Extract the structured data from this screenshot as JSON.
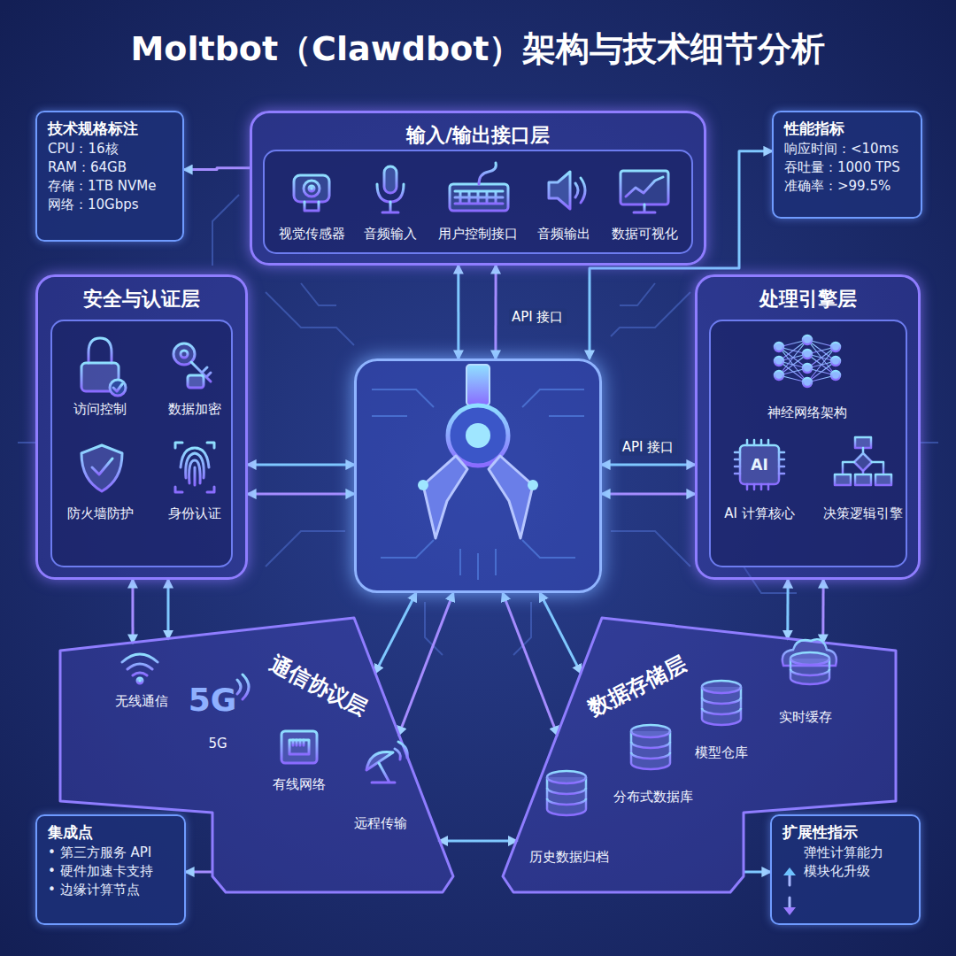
{
  "diagram": {
    "title": "Moltbot（Clawdbot）架构与技术细节分析",
    "nodes": [
      {
        "text": [
          "技术规格标注",
          "CPU：16核",
          "RAM：64GB",
          "存储：1TB NVMe",
          "网络：10Gbps"
        ]
      },
      {
        "text": [
          "输入/输出接口层"
        ]
      },
      {
        "text": [
          "性能指标",
          "响应时间：<10ms",
          "吞吐量：1000 TPS",
          "准确率：>99.5%"
        ]
      },
      {
        "text": [
          "安全与认证层"
        ]
      },
      {
        "text": []
      },
      {
        "text": [
          "处理引擎层"
        ]
      },
      {
        "text": [
          "通信协议层"
        ]
      },
      {
        "text": [
          "数据存储层"
        ]
      },
      {
        "text": [
          "集成点",
          "• 第三方服务 API",
          "• 硬件加速卡支持",
          "• 边缘计算节点"
        ]
      },
      {
        "text": [
          "扩展性指示",
          "弹性计算能力",
          "模块化升级"
        ]
      }
    ],
    "edges": [
      {
        "from": 1,
        "to": 4,
        "arrow": "both"
      },
      {
        "from": 1,
        "to": 4,
        "label": "API 接口",
        "arrow": "both"
      },
      {
        "from": 3,
        "to": 4,
        "arrow": "both"
      },
      {
        "from": 3,
        "to": 4,
        "arrow": "both"
      },
      {
        "from": 5,
        "to": 4,
        "label": "API 接口",
        "arrow": "both"
      },
      {
        "from": 5,
        "to": 4,
        "arrow": "both"
      },
      {
        "from": 4,
        "to": 6,
        "arrow": "both"
      },
      {
        "from": 4,
        "to": 6,
        "arrow": "both"
      },
      {
        "from": 4,
        "to": 7,
        "arrow": "both"
      },
      {
        "from": 4,
        "to": 7,
        "arrow": "both"
      },
      {
        "from": 6,
        "to": 7,
        "arrow": "both"
      },
      {
        "from": 3,
        "to": 6,
        "arrow": "both"
      },
      {
        "from": 3,
        "to": 6,
        "arrow": "both"
      },
      {
        "from": 5,
        "to": 7,
        "arrow": "both"
      },
      {
        "from": 5,
        "to": 7,
        "arrow": "both"
      },
      {
        "from": 1,
        "to": 0,
        "arrow": "to"
      },
      {
        "from": 4,
        "to": 2,
        "arrow": "both"
      },
      {
        "from": 6,
        "to": 8,
        "arrow": "to"
      },
      {
        "from": 7,
        "to": 9,
        "arrow": "to"
      }
    ],
    "labels": [
      "视觉传感器",
      "音频输入",
      "用户控制接口",
      "音频输出",
      "数据可视化",
      "访问控制",
      "数据加密",
      "防火墙防护",
      "身份认证",
      "神经网络架构",
      "AI 计算核心",
      "决策逻辑引擎",
      "AI",
      "无线通信",
      "5G",
      "5G",
      "有线网络",
      "远程传输",
      "历史数据归档",
      "分布式数据库",
      "模型仓库",
      "实时缓存"
    ]
  }
}
